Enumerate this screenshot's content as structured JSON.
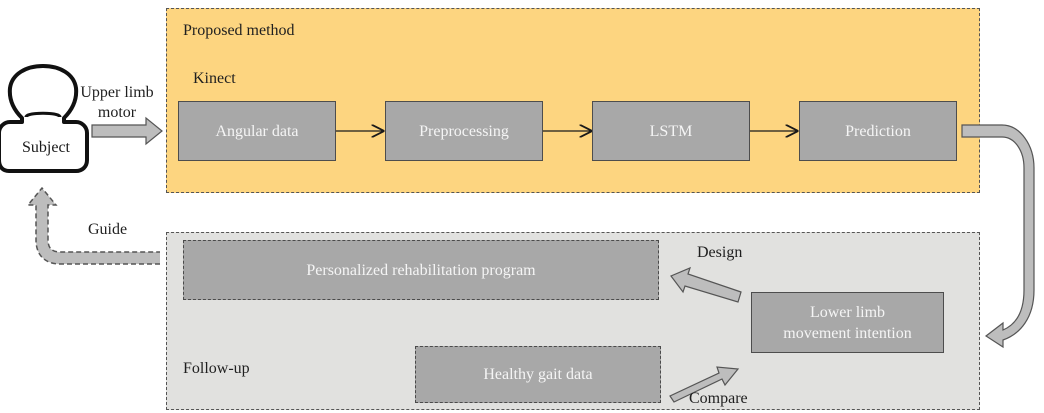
{
  "diagram": {
    "subject": {
      "label": "Subject"
    },
    "input_label": "Upper limb\nmotor",
    "guide_label": "Guide",
    "proposed_method": {
      "title": "Proposed method",
      "sensor_label": "Kinect",
      "pipeline": [
        "Angular data",
        "Preprocessing",
        "LSTM",
        "Prediction"
      ]
    },
    "follow_up": {
      "title": "Follow-up",
      "program": "Personalized rehabilitation program",
      "intention": "Lower limb\nmovement intention",
      "healthy_data": "Healthy gait data",
      "design_label": "Design",
      "compare_label": "Compare"
    }
  },
  "colors": {
    "proposed_panel": "#fdd580",
    "follow_up_panel": "#e1e1df",
    "box_fill": "#a8a8a8",
    "box_text": "#f5f5f5",
    "connector_fill": "#bdbdbd",
    "outline": "#555555"
  }
}
